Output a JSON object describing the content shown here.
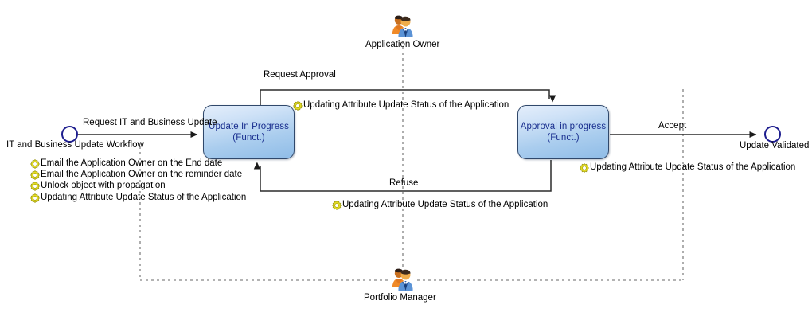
{
  "diagram": {
    "title": "IT and Business Update Workflow",
    "type": "state-workflow",
    "colors": {
      "state_fill_top": "#e4eefb",
      "state_fill_bottom": "#8fbce7",
      "state_border": "#30486b",
      "state_text": "#1a2f8f",
      "node_border": "#1d1d8e",
      "edge": "#333333",
      "lane_dash": "#999999",
      "gear": "#d8d11a"
    }
  },
  "nodes": {
    "start": {
      "label": "IT and Business Update Workflow",
      "shape": "circle"
    },
    "end": {
      "label": "Update Validated",
      "shape": "circle"
    },
    "state_update_in_progress": {
      "line1": "Update In Progress",
      "line2": "(Funct.)"
    },
    "state_approval_in_progress": {
      "line1": "Approval in progress",
      "line2": "(Funct.)"
    }
  },
  "actors": [
    {
      "name": "Application Owner",
      "position": "top"
    },
    {
      "name": "Portfolio Manager",
      "position": "bottom"
    }
  ],
  "edges": [
    {
      "id": "start-to-update",
      "label": "Request IT and Business Update"
    },
    {
      "id": "update-to-approval",
      "label": "Request Approval"
    },
    {
      "id": "approval-to-end",
      "label": "Accept"
    },
    {
      "id": "approval-to-update",
      "label": "Refuse"
    }
  ],
  "annotations": {
    "start_actions": [
      "Email the Application Owner on the End date",
      "Email the Application Owner on the reminder date",
      "Unlock object with propagation",
      "Updating Attribute Update Status of the Application"
    ],
    "request_approval_action": "Updating Attribute Update Status of the Application",
    "accept_action": "Updating Attribute Update Status of the Application",
    "refuse_action": "Updating Attribute Update Status of the Application"
  }
}
